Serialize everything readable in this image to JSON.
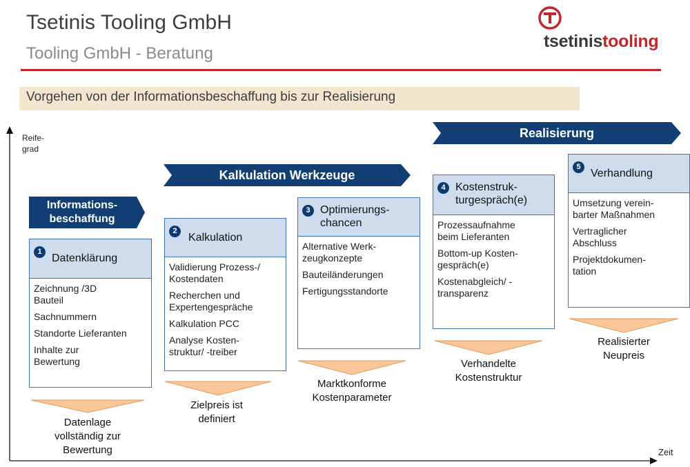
{
  "header": {
    "title": "Tsetinis Tooling GmbH",
    "subtitle": "Tooling GmbH - Beratung",
    "logo": {
      "text_dark": "tsetinis",
      "text_red": "tooling",
      "accent_color": "#c0262c"
    }
  },
  "banner": "Vorgehen von der Informationsbeschaffung bis zur Realisierung",
  "axis": {
    "y_label_line1": "Reife-",
    "y_label_line2": "grad",
    "x_label": "Zeit"
  },
  "stage_arrows": {
    "info_line1": "Informations-",
    "info_line2": "beschaffung",
    "kalk": "Kalkulation Werkzeuge",
    "real": "Realisierung"
  },
  "phases": [
    {
      "number": "1",
      "title": "Datenklärung",
      "items": [
        "Zeichnung /3D Bauteil",
        "Sachnummern",
        "Standorte Lieferanten",
        "Inhalte zur Bewertung"
      ],
      "outcome_lines": [
        "Datenlage",
        "vollständig zur",
        "Bewertung"
      ]
    },
    {
      "number": "2",
      "title": "Kalkulation",
      "items": [
        "Validierung Prozess-/ Kostendaten",
        "Recherchen und Expertengespräche",
        "Kalkulation PCC",
        "Analyse Kosten- struktur/ -treiber"
      ],
      "outcome_lines": [
        "Zielpreis ist",
        "definiert"
      ]
    },
    {
      "number": "3",
      "title_lines": [
        "Optimierungs-",
        "chancen"
      ],
      "items": [
        "Alternative Werk- zeugkonzepte",
        "Bauteiländerungen",
        "Fertigungsstandorte"
      ],
      "outcome_lines": [
        "Marktkonforme",
        "Kostenparameter"
      ]
    },
    {
      "number": "4",
      "title_lines": [
        "Kostenstruk-",
        "turgespräch(e)"
      ],
      "items": [
        "Prozessaufnahme beim Lieferanten",
        "Bottom-up Kosten- gespräch(e)",
        "Kostenabgleich/ -transparenz"
      ],
      "outcome_lines": [
        "Verhandelte",
        "Kostenstruktur"
      ]
    },
    {
      "number": "5",
      "title": "Verhandlung",
      "items": [
        "Umsetzung verein- barter Maßnahmen",
        "Vertraglicher Abschluss",
        "Projektdokumen- tation"
      ],
      "outcome_lines": [
        "Realisierter",
        "Neupreis"
      ]
    }
  ],
  "colors": {
    "navy": "#123f73",
    "box_border": "#3d6fb4",
    "box_head": "#cfdcee",
    "triangle": "#f9c79a",
    "triangle_border": "#e29a5c",
    "banner_bg": "#f2e6cf"
  }
}
